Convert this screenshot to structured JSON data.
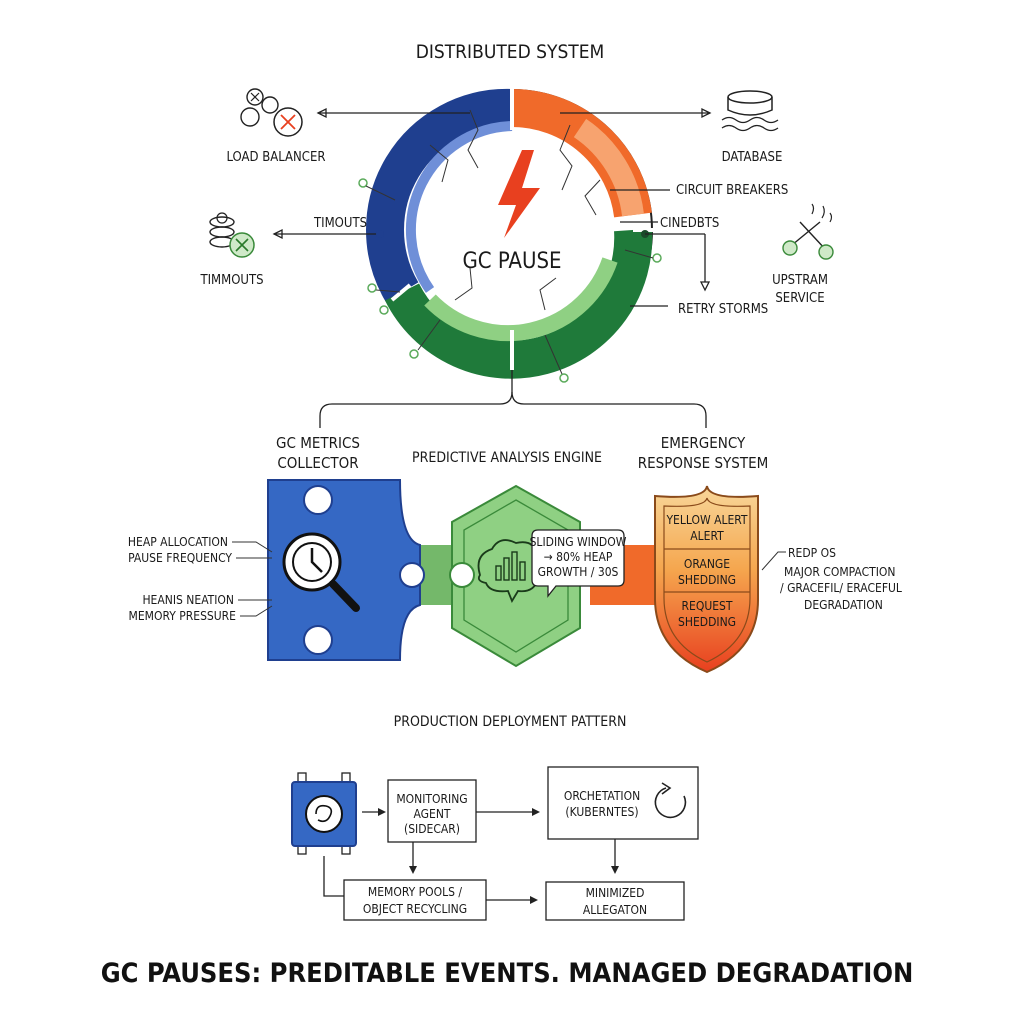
{
  "top_section": {
    "title": "DISTRIBUTED SYSTEM",
    "center_label": "GC PAUSE",
    "nodes": {
      "load_balancer": "LOAD BALANCER",
      "database": "DATABASE",
      "circuit_breakers": "CIRCUIT BREAKERS",
      "cinedbts": "CINEDBTS",
      "timouts": "TIMOUTS",
      "timmouts": "TIMMOUTS",
      "upstream_line1": "UPSTRAM",
      "upstream_line2": "SERVICE",
      "retry_storms": "RETRY STORMS"
    }
  },
  "pipeline": {
    "collector_line1": "GC METRICS",
    "collector_line2": "COLLECTOR",
    "engine_title": "PREDICTIVE ANALYSIS ENGINE",
    "emergency_line1": "EMERGENCY",
    "emergency_line2": "RESPONSE SYSTEM",
    "left_labels": [
      "HEAP ALLOCATION",
      "PAUSE FREQUENCY",
      "HEANIS NEATION",
      "MEMORY PRESSURE"
    ],
    "bubble_lines": [
      "SLIDING WINDOW",
      "→ 80% HEAP",
      "GROWTH / 30S"
    ],
    "shield": {
      "yellow_line1": "YELLOW ALERT",
      "yellow_line2": "ALERT",
      "orange_line1": "ORANGE",
      "orange_line2": "SHEDDING",
      "red_line1": "REQUEST",
      "red_line2": "SHEDDING"
    },
    "right_labels": [
      "REDP OS",
      "MAJOR COMPACTION",
      "/ GRACEFIL/ ERACEFUL",
      "DEGRADATION"
    ]
  },
  "deployment": {
    "title": "PRODUCTION DEPLOYMENT PATTERN",
    "monitoring_lines": [
      "MONITORING",
      "AGENT",
      "(SIDECAR)"
    ],
    "orchestration_lines": [
      "ORCHETATION",
      "(KUBERNTES)"
    ],
    "memory_pools_lines": [
      "MEMORY POOLS /",
      "OBJECT RECYCLING"
    ],
    "minimized_lines": [
      "MINIMIZED",
      "ALLEGATON"
    ]
  },
  "footer": {
    "headline": "GC PAUSES: PREDITABLE EVENTS. MANAGED DEGRADATION"
  },
  "colors": {
    "blue_dark": "#1f3f8f",
    "blue": "#3568c4",
    "orange": "#f06a2a",
    "orange_light": "#f7a36f",
    "green_dark": "#1f7a3a",
    "green_light": "#7cc576",
    "red": "#e8401f",
    "yellow": "#f7d38a"
  }
}
